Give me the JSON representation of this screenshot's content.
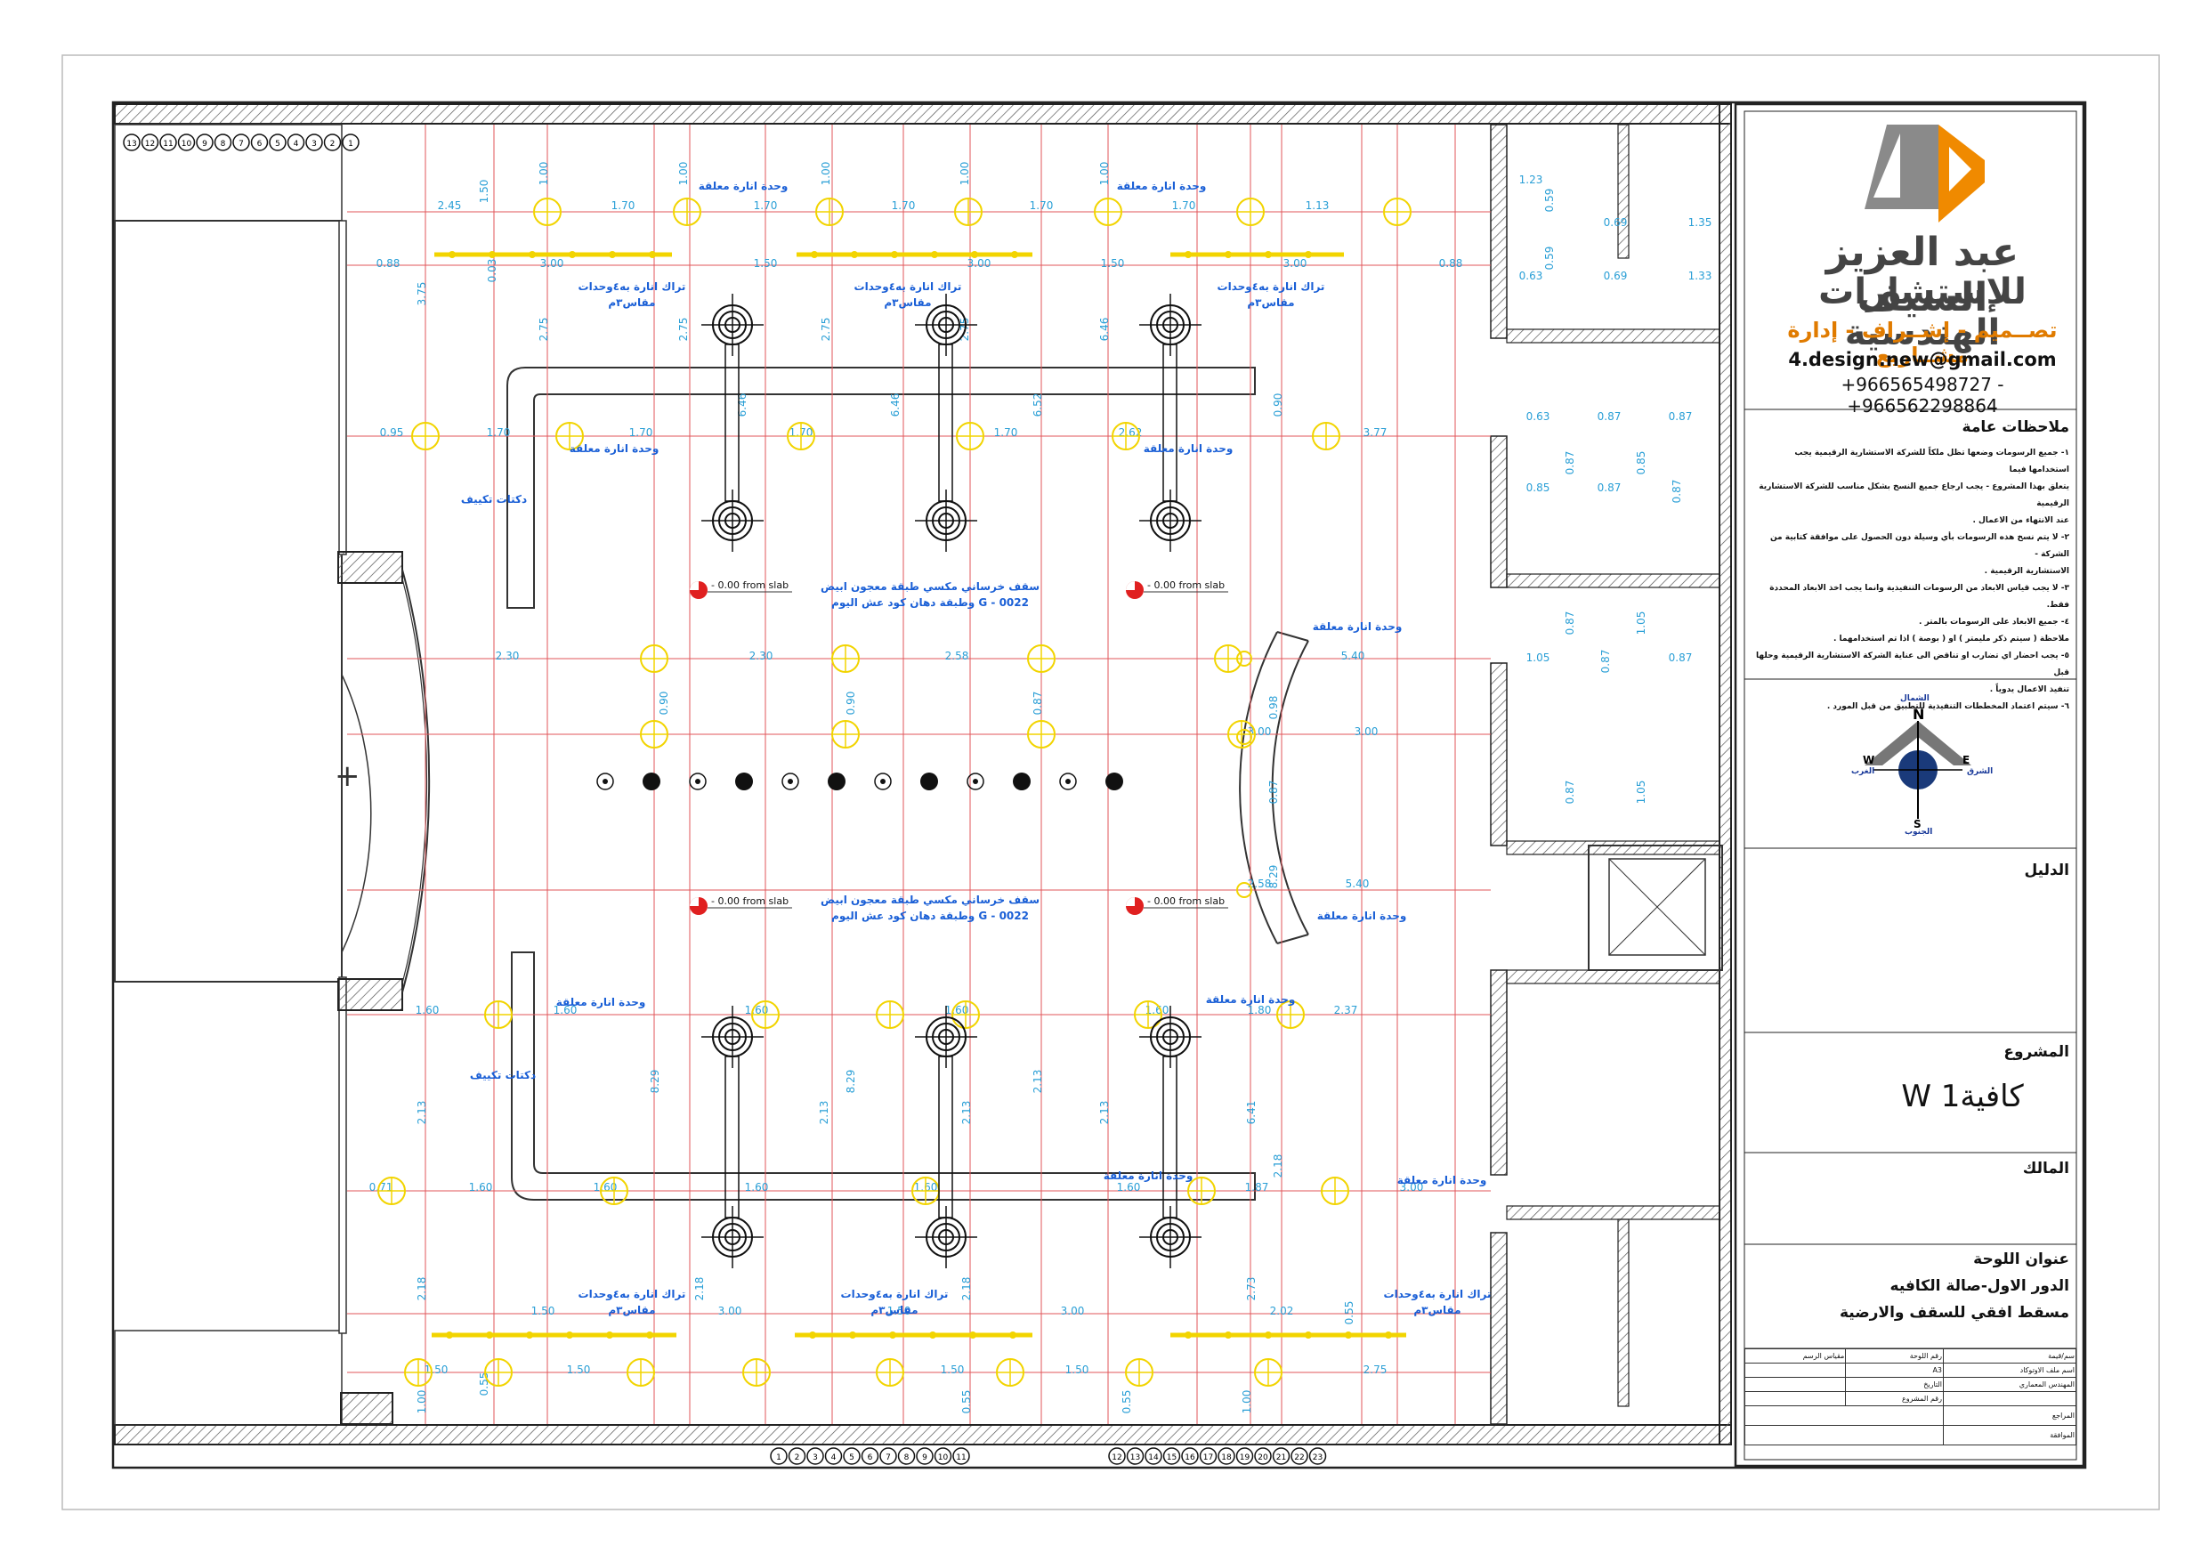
{
  "company": {
    "name_line1": "عبد العزيز السيف",
    "name_line2": "للإستشارات الهندسية",
    "services": "تصــميم - إشــراف - إدارة مشــاريع",
    "email": "4.design.new@gmail.com",
    "phones": "+966565498727 - +966562298864"
  },
  "notes": {
    "title": "ملاحظات عامة",
    "items": [
      "١- جميع الرسومات وضعها تظل ملكاً للشركة الاستشارية الرقيمية يجب استخدامها فيما",
      "يتعلق بهذا المشروع - يجب ارجاع جميع النسخ بشكل مناسب للشركة الاستشارية الرقيمية",
      "عند الانتهاء من الاعمال .",
      "٢- لا يتم نسخ هذه الرسومات بأي وسيلة دون الحصول على موافقة كتابية من الشركة -",
      "الاستشارية الرقيمية .",
      "٣- لا يجب قياس الابعاد من الرسومات التنفيذية وانما يجب اخذ الابعاد المحددة فقط.",
      "٤- جميع الابعاد على الرسومات بالمتر .",
      "ملاحظة ( سيتم ذكر مليمتر ) او ( بوصة ) اذا تم استخدامهما .",
      "٥- يجب احضار اي تضارب او تناقض الى عناية الشركة الاستشارية الرقيمية وحلها قبل",
      "تنفيذ الاعمال يدوياً .",
      "٦- سيتم اعتماد المخططات التنفيذية للتطبيق من قبل المورد ."
    ]
  },
  "compass": {
    "n": "N",
    "s": "S",
    "e": "E",
    "w": "W",
    "north_ar": "الشمال",
    "south_ar": "الجنوب",
    "east_ar": "الشرق",
    "west_ar": "الغرب"
  },
  "legend": {
    "title": "الدليل"
  },
  "project": {
    "label": "المشروع",
    "value": "كافية1 W"
  },
  "owner": {
    "label": "المالك"
  },
  "sheet": {
    "label": "عنوان اللوحة",
    "line1": "الدور الاول-صالة الكافيه",
    "line2": "مسقط افقي للسقف والارضية"
  },
  "info_table": {
    "row1": [
      "سم/قيمة",
      "رقم اللوحة",
      "مقياس الرسم"
    ],
    "row2": [
      "اسم ملف الاوتوكاد",
      "A3",
      ""
    ],
    "row3": [
      "المهندس المعماري",
      "التاريخ",
      ""
    ],
    "row4": [
      "",
      "رقم المشروع",
      ""
    ],
    "row5": [
      "المراجع",
      ""
    ],
    "row6": [
      "الموافقة",
      ""
    ]
  },
  "plan": {
    "labels": {
      "suspended_light": "وحدة انارة معلقة",
      "track4": "تراك انارة به٤وحدات",
      "track_size": "مقاس٣م",
      "ac_duct": "دكتات تكييف",
      "ceiling_note1": "سقف خرساني مكسي طبقة معجون ابيض",
      "ceiling_note2": "وطبقة دهان كود عش اليوم G - 0022",
      "slab": "- 0.00 from slab"
    },
    "h_dims": [
      "2.45",
      "1.70",
      "1.70",
      "1.70",
      "1.70",
      "1.70",
      "1.13",
      "0.88",
      "3.00",
      "1.50",
      "3.00",
      "1.50",
      "3.00",
      "0.88",
      "0.95",
      "1.70",
      "1.70",
      "1.70",
      "1.70",
      "2.62",
      "3.77",
      "2.30",
      "2.30",
      "2.58",
      "5.40",
      "3.00",
      "3.00",
      "2.58",
      "5.40",
      "1.80",
      "1.60",
      "1.60",
      "1.60",
      "1.60",
      "1.60",
      "2.37",
      "0.71",
      "1.60",
      "1.60",
      "1.60",
      "1.60",
      "1.60",
      "1.87",
      "3.00",
      "1.50",
      "3.00",
      "1.50",
      "3.00",
      "2.02",
      "1.50",
      "1.50",
      "1.50",
      "1.50",
      "2.75"
    ],
    "v_dims": [
      "1.50",
      "1.00",
      "1.00",
      "1.00",
      "1.00",
      "1.00",
      "0.03",
      "3.75",
      "2.75",
      "2.75",
      "2.75",
      "2.75",
      "6.46",
      "6.46",
      "6.46",
      "6.52",
      "0.90",
      "0.90",
      "0.90",
      "0.87",
      "0.98",
      "0.87",
      "8.29",
      "8.29",
      "8.29",
      "2.13",
      "2.13",
      "2.13",
      "2.13",
      "2.13",
      "6.41",
      "2.18",
      "2.18",
      "2.18",
      "2.18",
      "2.73",
      "0.55",
      "1.00",
      "0.55",
      "0.55",
      "0.55",
      "1.00"
    ],
    "room_dims": [
      "1.23",
      "0.69",
      "1.35",
      "0.59",
      "0.63",
      "0.69",
      "1.33",
      "0.59",
      "0.63",
      "0.87",
      "0.87",
      "0.87",
      "0.85",
      "0.85",
      "0.87",
      "0.87",
      "0.87",
      "1.05",
      "1.05",
      "0.87",
      "0.87",
      "0.87",
      "1.05",
      "1.05"
    ],
    "stair_numbers_top": [
      "13",
      "12",
      "11",
      "10",
      "9",
      "8",
      "7",
      "6",
      "5",
      "4",
      "3",
      "2",
      "1"
    ],
    "stair_numbers_bottom": [
      "1",
      "2",
      "3",
      "4",
      "5",
      "6",
      "7",
      "8",
      "9",
      "10",
      "11",
      "12",
      "13",
      "14",
      "15",
      "16",
      "17",
      "18",
      "19",
      "20",
      "21",
      "22",
      "23"
    ]
  }
}
